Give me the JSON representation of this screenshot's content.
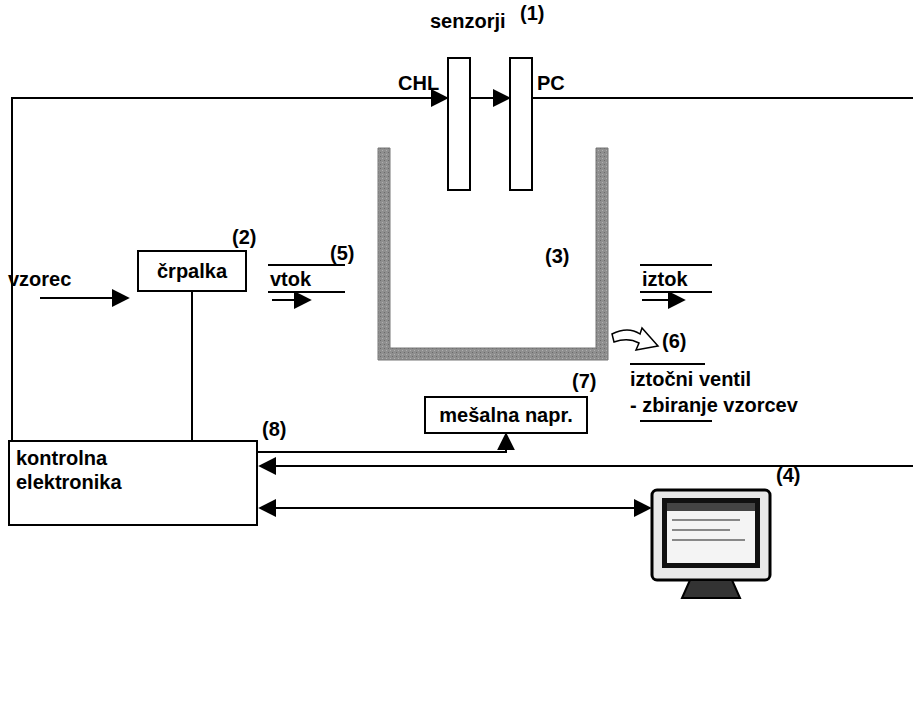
{
  "diagram": {
    "nodes": [
      {
        "text": [
          "črpalka"
        ]
      },
      {
        "text": [
          "mešalna napr."
        ]
      },
      {
        "text": [
          "kontrolna elektronika"
        ]
      }
    ],
    "edges": [
      {
        "from": 0,
        "to": 2,
        "arrow": "none"
      },
      {
        "from": 2,
        "to": 1,
        "arrow": "to"
      }
    ],
    "labels": [
      "senzorji",
      "(1)",
      "CHL",
      "PC",
      "vzorec",
      "(2)",
      "vtok",
      "(5)",
      "(3)",
      "iztok",
      "(6)",
      "iztočni ventil",
      "- zbiranje vzorcev",
      "(7)",
      "(8)",
      "(4)"
    ]
  }
}
